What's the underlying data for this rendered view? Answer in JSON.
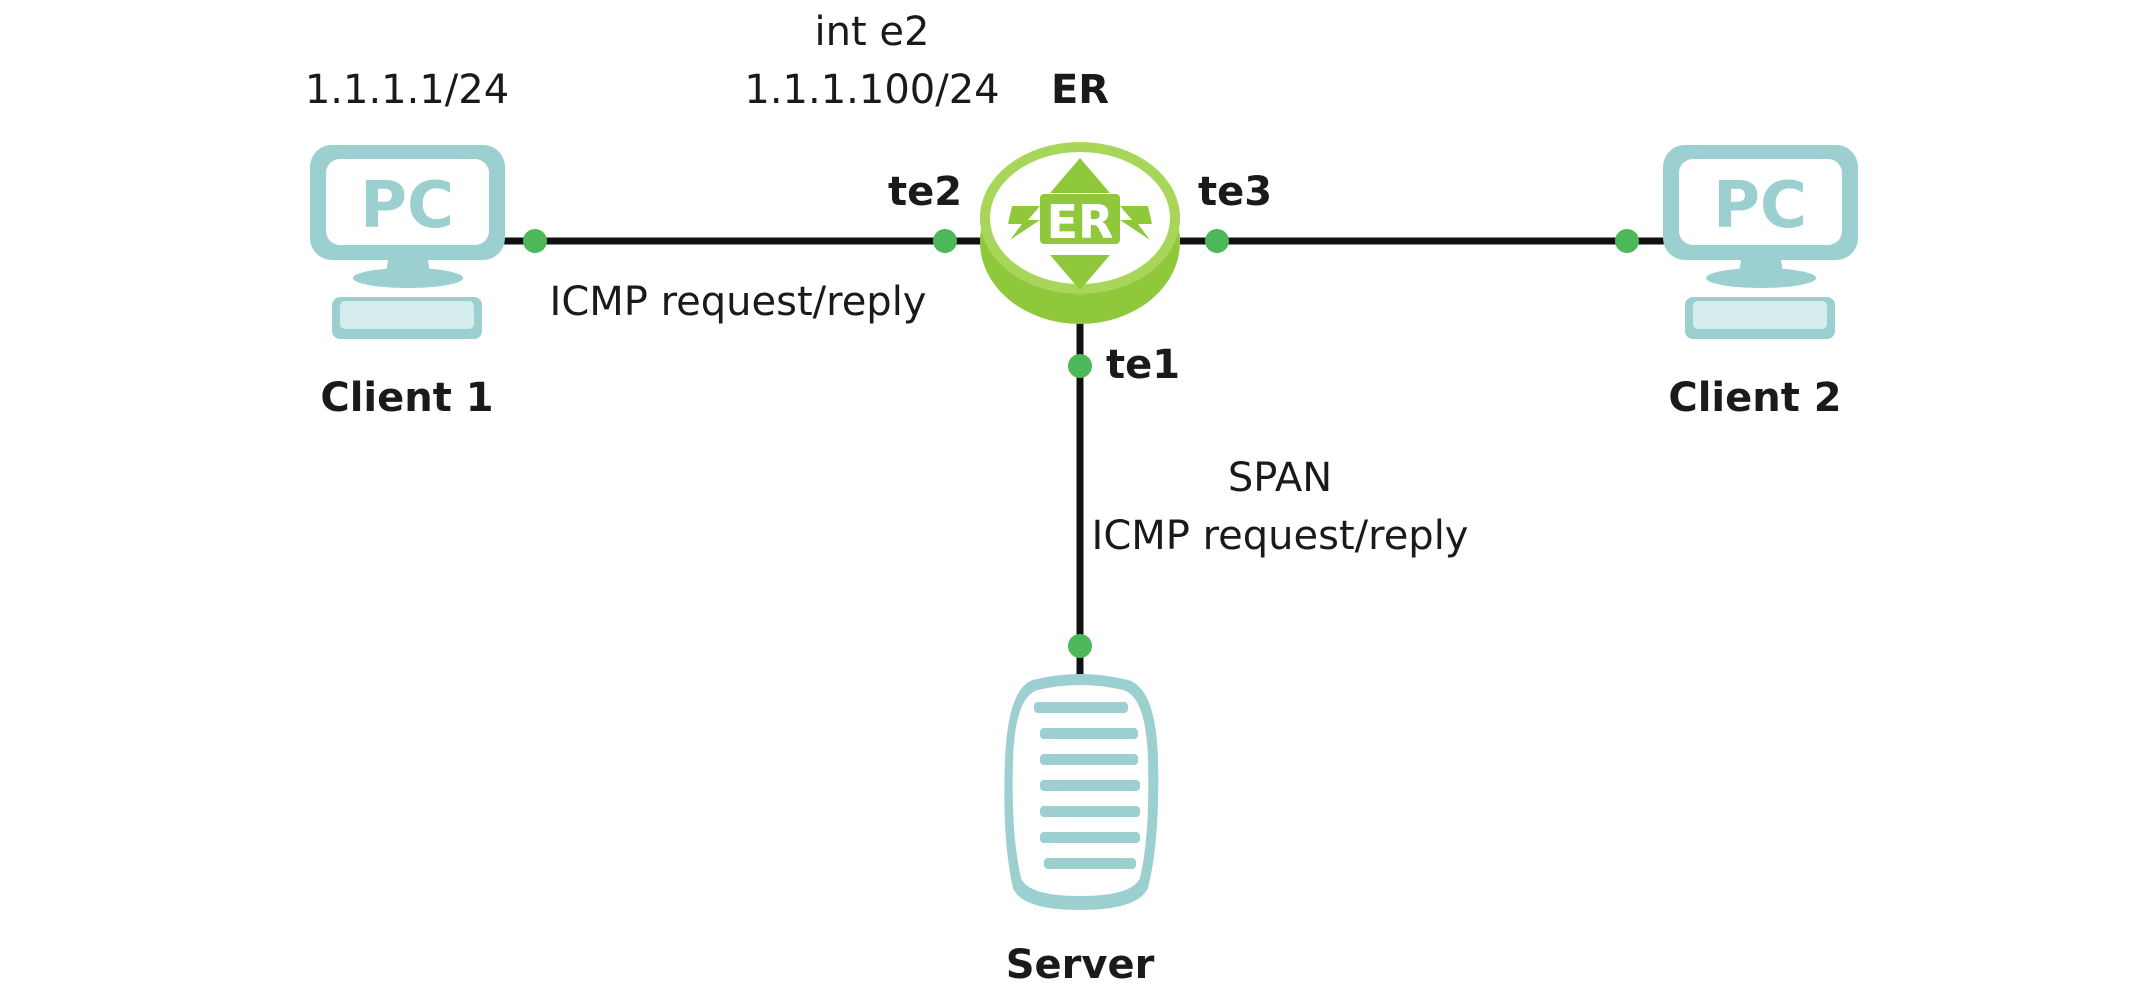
{
  "nodes": {
    "client1": {
      "name": "Client 1",
      "icon": "pc-icon",
      "icon_text": "PC",
      "address": "1.1.1.1/24"
    },
    "client2": {
      "name": "Client 2",
      "icon": "pc-icon",
      "icon_text": "PC"
    },
    "router": {
      "name": "ER",
      "icon": "er-router-icon",
      "icon_text": "ER",
      "interface_name": "int e2",
      "interface_address": "1.1.1.100/24"
    },
    "server": {
      "name": "Server",
      "icon": "server-icon"
    }
  },
  "ports": {
    "te1": "te1",
    "te2": "te2",
    "te3": "te3"
  },
  "links": {
    "client1_router": {
      "caption": "ICMP request/reply"
    },
    "router_server": {
      "caption_line1": "SPAN",
      "caption_line2": "ICMP request/reply"
    }
  },
  "colors": {
    "line": "#111111",
    "port_dot": "#4cb85a",
    "pc_icon": "#9ccfcf",
    "pc_icon_light": "#d5ecec",
    "router_green": "#8fc83a",
    "router_green_light": "#a8d65a",
    "server_icon": "#9ccfcf"
  }
}
